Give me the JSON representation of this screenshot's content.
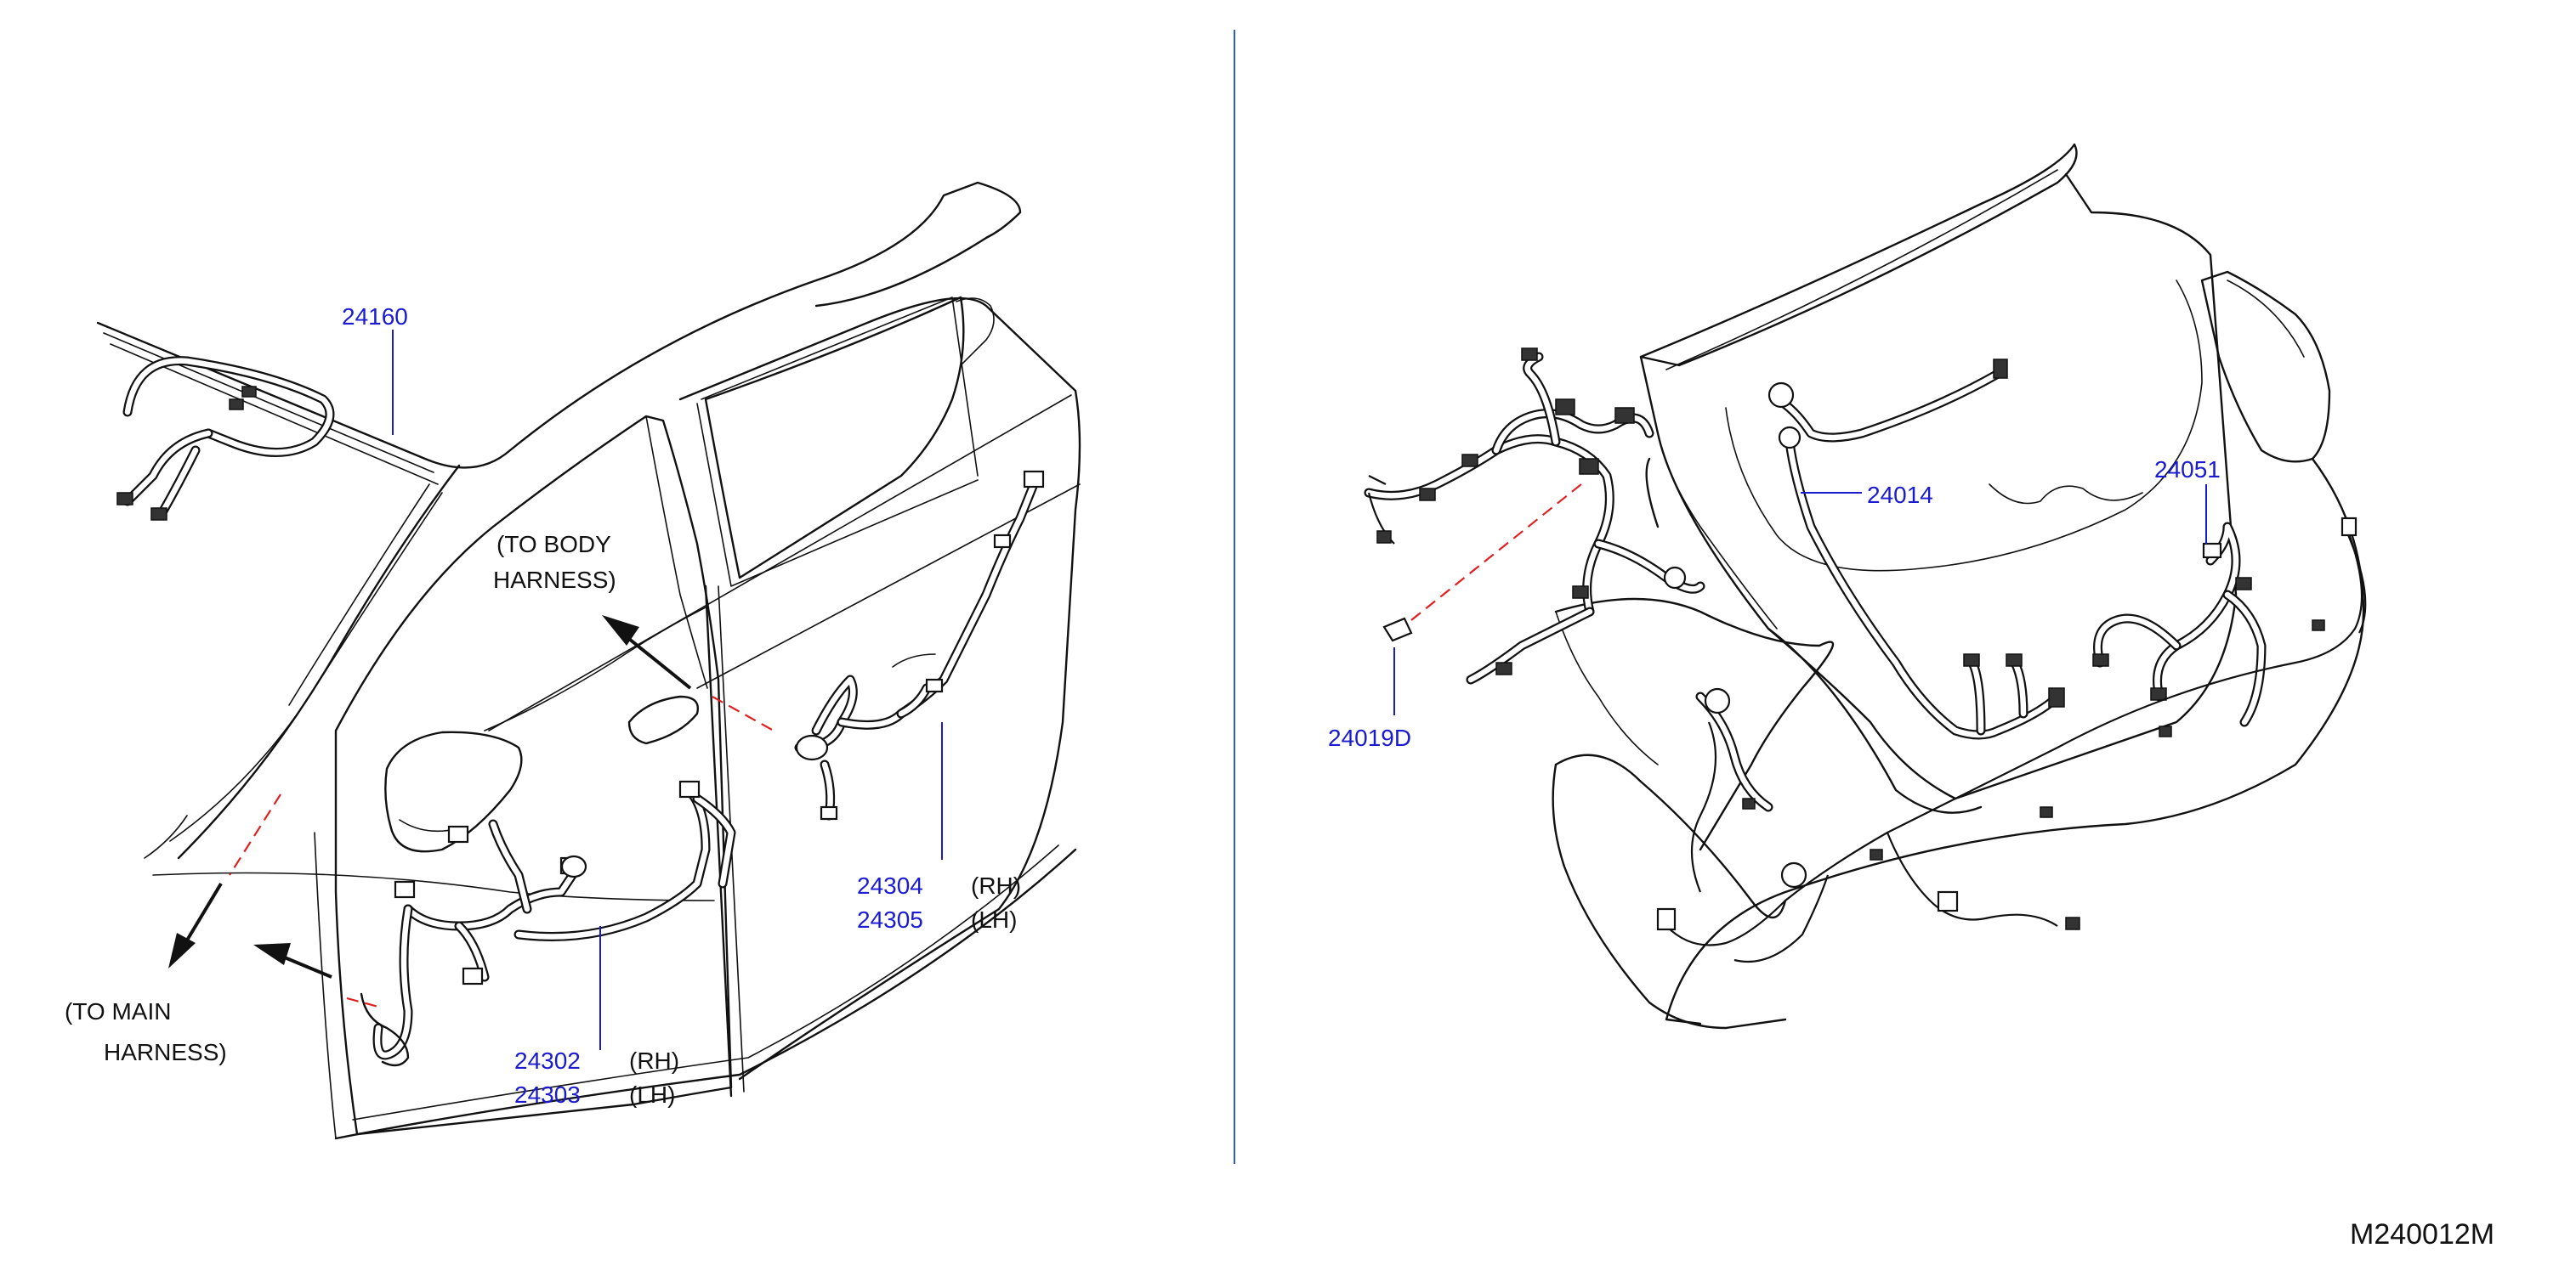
{
  "diagram": {
    "code": "M240012M",
    "colors": {
      "part_number": "#1a1ad0",
      "line": "#111111",
      "divider": "#2a5bd7",
      "dashed_guide": "#e02020"
    },
    "left_panel": {
      "parts": {
        "roof": "24160",
        "front_rh": "24302",
        "front_lh": "24303",
        "rear_rh": "24304",
        "rear_lh": "24305"
      },
      "side_labels": {
        "rh": "(RH)",
        "lh": "(LH)"
      },
      "notes": {
        "body_line1": "(TO BODY",
        "body_line2": "HARNESS)",
        "main_line1": "(TO MAIN",
        "main_line2": "HARNESS)"
      }
    },
    "right_panel": {
      "parts": {
        "back_door": "24014",
        "rear": "24051",
        "clip": "24019D"
      }
    }
  }
}
